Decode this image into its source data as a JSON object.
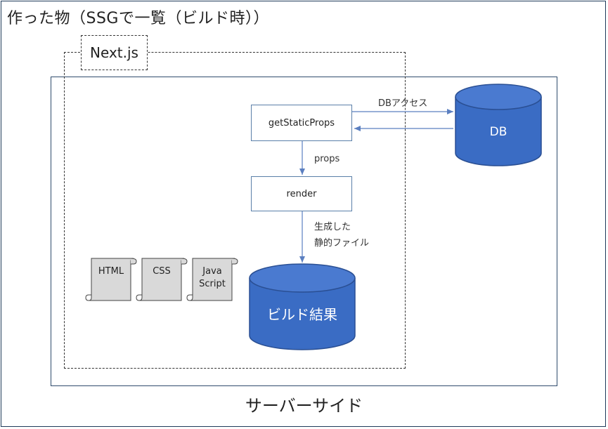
{
  "diagram": {
    "title": "作った物（SSGで一覧（ビルド時））",
    "server_label": "サーバーサイド",
    "nextjs_label": "Next.js",
    "nodes": {
      "get_static_props": "getStaticProps",
      "render": "render",
      "db": "DB",
      "build_result": "ビルド結果"
    },
    "edges": {
      "db_access": "DBアクセス",
      "props": "props",
      "static_files_line1": "生成した",
      "static_files_line2": "静的ファイル"
    },
    "documents": [
      {
        "line1": "HTML",
        "line2": ""
      },
      {
        "line1": "CSS",
        "line2": ""
      },
      {
        "line1": "Java",
        "line2": "Script"
      }
    ],
    "colors": {
      "cylinder_fill": "#3a6cc4",
      "cylinder_stroke": "#2a4f93",
      "arrow": "#5b7fc0",
      "document_fill": "#d9d9d9"
    }
  }
}
